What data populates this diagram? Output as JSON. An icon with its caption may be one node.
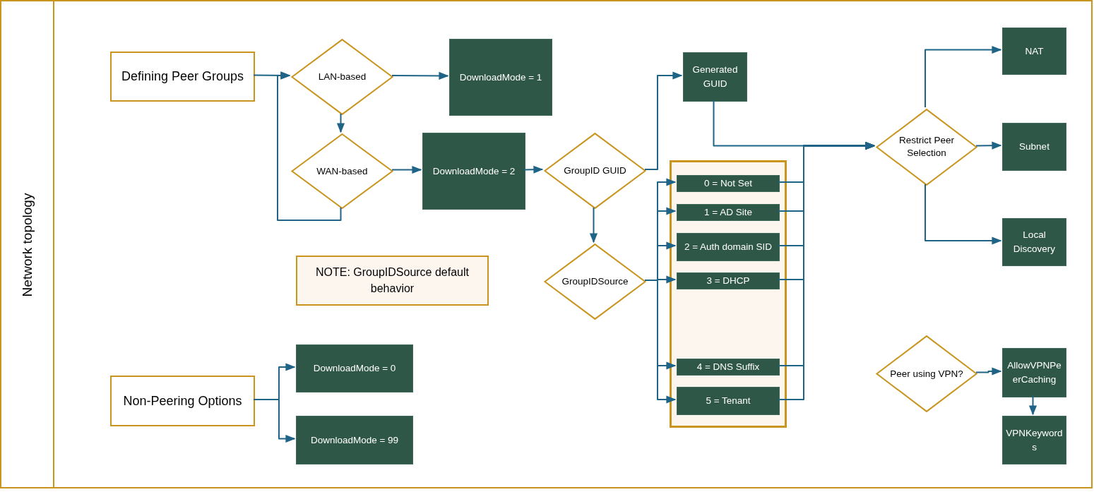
{
  "diagram": {
    "nodes": [
      {
        "text": [
          "Network topology"
        ]
      },
      {
        "text": [
          "Defining Peer Groups"
        ],
        "in": 0
      },
      {
        "text": [
          "LAN-based"
        ],
        "in": 0
      },
      {
        "text": [
          "DownloadMode = 1"
        ],
        "in": 0
      },
      {
        "text": [
          "WAN-based"
        ],
        "in": 0
      },
      {
        "text": [
          "DownloadMode = 2"
        ],
        "in": 0
      },
      {
        "text": [
          "GroupID GUID"
        ],
        "in": 0
      },
      {
        "text": [
          "Generated GUID"
        ],
        "in": 0
      },
      {
        "text": [
          "GroupIDSource"
        ],
        "in": 0
      },
      {
        "text": [],
        "shape": "box",
        "in": 0
      },
      {
        "text": [
          "0 = Not Set"
        ],
        "in": 9
      },
      {
        "text": [
          "1 = AD Site"
        ],
        "in": 9
      },
      {
        "text": [
          "2 = Auth domain SID"
        ],
        "in": 9
      },
      {
        "text": [
          "3 = DHCP"
        ],
        "in": 9
      },
      {
        "text": [
          "4 = DNS Suffix"
        ],
        "in": 9
      },
      {
        "text": [
          "5 = Tenant"
        ],
        "in": 9
      },
      {
        "text": [
          "NOTE: GroupIDSource default behavior"
        ],
        "in": 0
      },
      {
        "text": [
          "Restrict Peer Selection"
        ],
        "in": 0
      },
      {
        "text": [
          "NAT"
        ],
        "in": 0
      },
      {
        "text": [
          "Subnet"
        ],
        "in": 0
      },
      {
        "text": [
          "Local Discovery"
        ],
        "in": 0
      },
      {
        "text": [
          "Peer using VPN?"
        ],
        "in": 0
      },
      {
        "text": [
          "AllowVPNPeerCaching"
        ],
        "in": 0
      },
      {
        "text": [
          "VPNKeywords"
        ],
        "in": 0
      },
      {
        "text": [
          "Non-Peering Options"
        ],
        "in": 0
      },
      {
        "text": [
          "DownloadMode = 0"
        ],
        "in": 0
      },
      {
        "text": [
          "DownloadMode = 99"
        ],
        "in": 0
      }
    ],
    "edges": [
      {
        "from": 1,
        "to": 2,
        "arrow": "to"
      },
      {
        "from": 4,
        "to": 2,
        "arrow": "to"
      },
      {
        "from": 2,
        "to": 3,
        "arrow": "to"
      },
      {
        "from": 2,
        "to": 4,
        "arrow": "to"
      },
      {
        "from": 4,
        "to": 5,
        "arrow": "to"
      },
      {
        "from": 5,
        "to": 6,
        "arrow": "to"
      },
      {
        "from": 6,
        "to": 7,
        "arrow": "to"
      },
      {
        "from": 6,
        "to": 8,
        "arrow": "to"
      },
      {
        "from": 8,
        "to": 10,
        "arrow": "to"
      },
      {
        "from": 8,
        "to": 11,
        "arrow": "to"
      },
      {
        "from": 8,
        "to": 12,
        "arrow": "to"
      },
      {
        "from": 8,
        "to": 13,
        "arrow": "to"
      },
      {
        "from": 8,
        "to": 14,
        "arrow": "to"
      },
      {
        "from": 8,
        "to": 15,
        "arrow": "to"
      },
      {
        "from": 7,
        "to": 17,
        "arrow": "to"
      },
      {
        "from": 10,
        "to": 17,
        "arrow": "to"
      },
      {
        "from": 11,
        "to": 17,
        "arrow": "to"
      },
      {
        "from": 12,
        "to": 17,
        "arrow": "to"
      },
      {
        "from": 13,
        "to": 17,
        "arrow": "to"
      },
      {
        "from": 14,
        "to": 17,
        "arrow": "to"
      },
      {
        "from": 15,
        "to": 17,
        "arrow": "to"
      },
      {
        "from": 17,
        "to": 18,
        "arrow": "to"
      },
      {
        "from": 17,
        "to": 19,
        "arrow": "to"
      },
      {
        "from": 17,
        "to": 20,
        "arrow": "to"
      },
      {
        "from": 21,
        "to": 22,
        "arrow": "to"
      },
      {
        "from": 22,
        "to": 23,
        "arrow": "to"
      },
      {
        "from": 24,
        "to": 25,
        "arrow": "to"
      },
      {
        "from": 24,
        "to": 26,
        "arrow": "to"
      }
    ]
  }
}
